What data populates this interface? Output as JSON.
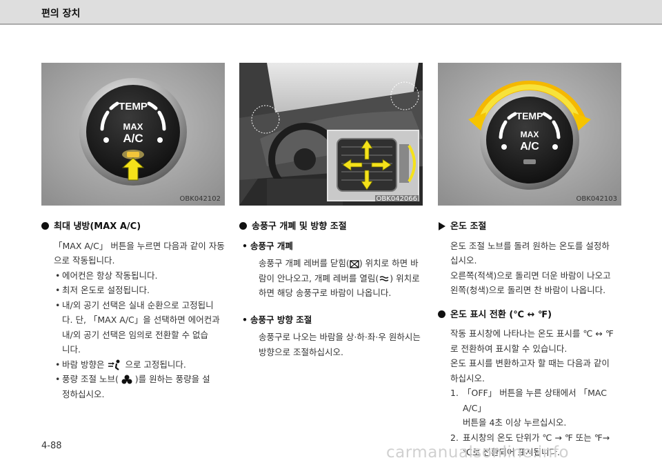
{
  "header": {
    "title": "편의 장치"
  },
  "figures": [
    {
      "code": "OBK042102",
      "knob_temp": "TEMP",
      "knob_max": "MAX",
      "knob_ac": "A/C"
    },
    {
      "code": "OBK042066"
    },
    {
      "code": "OBK042103",
      "knob_temp": "TEMP",
      "knob_max": "MAX",
      "knob_ac": "A/C"
    }
  ],
  "col1": {
    "heading": "최대 냉방(MAX A/C)",
    "para_1": "「MAX A/C」 버튼을 누르면 다음과 같이 자동",
    "para_2": "으로 작동됩니다.",
    "bullets": [
      "에어컨은 항상 작동됩니다.",
      "최저 온도로 설정됩니다.",
      "내/외 공기 선택은 실내 순환으로 고정됩니",
      "다. 단, 「MAX A/C」을 선택하면 에어컨과",
      "내/외 공기 선택은 임의로 전환할 수 없습",
      "니다."
    ],
    "bullet_wind_a": "바람 방향은",
    "bullet_wind_b": "으로 고정됩니다.",
    "bullet_fan_a": "풍량 조절 노브(",
    "bullet_fan_b": ")를 원하는 풍량을 설",
    "bullet_fan_c": "정하십시오."
  },
  "col2": {
    "heading": "송풍구 개폐 및 방향 조절",
    "sub1": "송풍구 개폐",
    "sub1_l1a": "송풍구 개폐 레버를 닫힘(",
    "sub1_l1b": ") 위치로 하면 바",
    "sub1_l2a": "람이 안나오고, 개폐 레버를 열림(",
    "sub1_l2b": ") 위치로",
    "sub1_l3": "하면 해당 송풍구로 바람이 나옵니다.",
    "sub2": "송풍구 방향 조절",
    "sub2_l1": "송풍구로 나오는 바람을 상·하·좌·우 원하시는",
    "sub2_l2": "방향으로 조절하십시오."
  },
  "col3": {
    "heading1": "온도 조절",
    "t1": "온도 조절 노브를 돌려 원하는 온도를 설정하",
    "t2": "십시오.",
    "t3": "오른쪽(적색)으로 돌리면 더운 바람이 나오고",
    "t4": "왼쪽(청색)으로 돌리면 찬 바람이 나옵니다.",
    "heading2": "온도 표시 전환 (℃ ↔ ℉)",
    "u1": "작동 표시창에 나타나는 온도 표시를 ℃ ↔ ℉",
    "u2": "로 전환하여 표시할 수 있습니다.",
    "u3": "온도 표시를 변환하고자 할 때는 다음과 같이",
    "u4": "하십시오.",
    "n1_num": "1.",
    "n1a": "「OFF」 버튼을 누른 상태에서 「MAC A/C」",
    "n1b": "버튼을 4초 이상 누르십시오.",
    "n2_num": "2.",
    "n2a": "표시창의 온도 단위가 ℃ → ℉ 또는 ℉→",
    "n2b": "℃로 전환되어 표시됩니다."
  },
  "footer": {
    "page": "4-88",
    "watermark": "carmanualsonline.info"
  }
}
